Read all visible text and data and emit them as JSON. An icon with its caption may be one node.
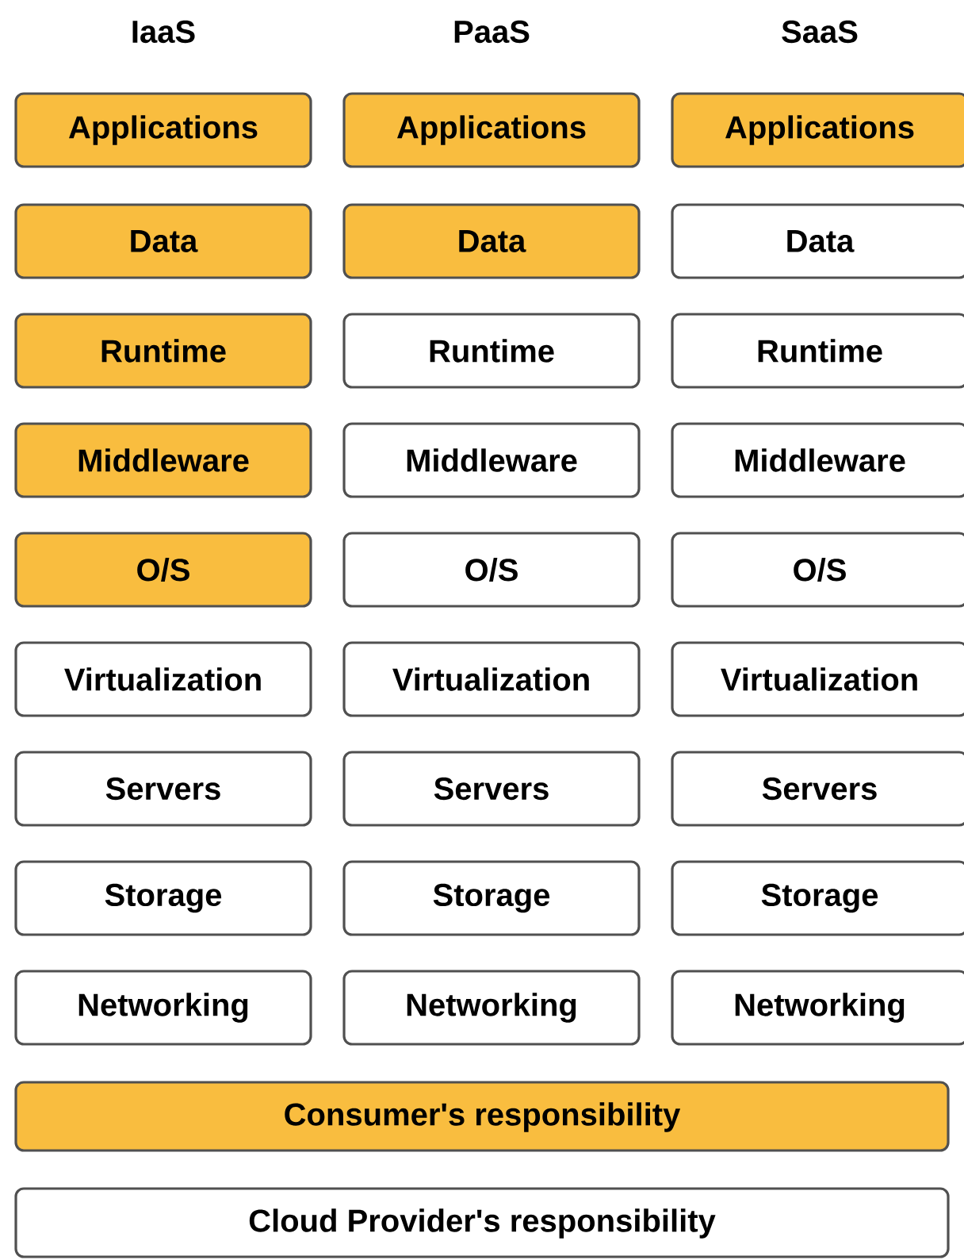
{
  "diagram": {
    "nodes": [
      {
        "text": [
          "Applications"
        ]
      },
      {
        "text": [
          "Applications"
        ]
      },
      {
        "text": [
          "Applications"
        ]
      },
      {
        "text": [
          "Data"
        ]
      },
      {
        "text": [
          "Data"
        ]
      },
      {
        "text": [
          "Data"
        ]
      },
      {
        "text": [
          "Runtime"
        ]
      },
      {
        "text": [
          "Runtime"
        ]
      },
      {
        "text": [
          "Runtime"
        ]
      },
      {
        "text": [
          "Middleware"
        ]
      },
      {
        "text": [
          "Middleware"
        ]
      },
      {
        "text": [
          "Middleware"
        ]
      },
      {
        "text": [
          "O/S"
        ]
      },
      {
        "text": [
          "O/S"
        ]
      },
      {
        "text": [
          "O/S"
        ]
      },
      {
        "text": [
          "Virtualization"
        ]
      },
      {
        "text": [
          "Virtualization"
        ]
      },
      {
        "text": [
          "Virtualization"
        ]
      },
      {
        "text": [
          "Servers"
        ]
      },
      {
        "text": [
          "Servers"
        ]
      },
      {
        "text": [
          "Servers"
        ]
      },
      {
        "text": [
          "Storage"
        ]
      },
      {
        "text": [
          "Storage"
        ]
      },
      {
        "text": [
          "Storage"
        ]
      },
      {
        "text": [
          "Networking"
        ]
      },
      {
        "text": [
          "Networking"
        ]
      },
      {
        "text": [
          "Networking"
        ]
      }
    ],
    "labels": [
      "IaaS",
      "PaaS",
      "SaaS"
    ],
    "legend": [
      {
        "text": "Consumer's responsibility",
        "color": "#f9bd3f"
      },
      {
        "text": "Cloud Provider's responsibility"
      }
    ]
  }
}
